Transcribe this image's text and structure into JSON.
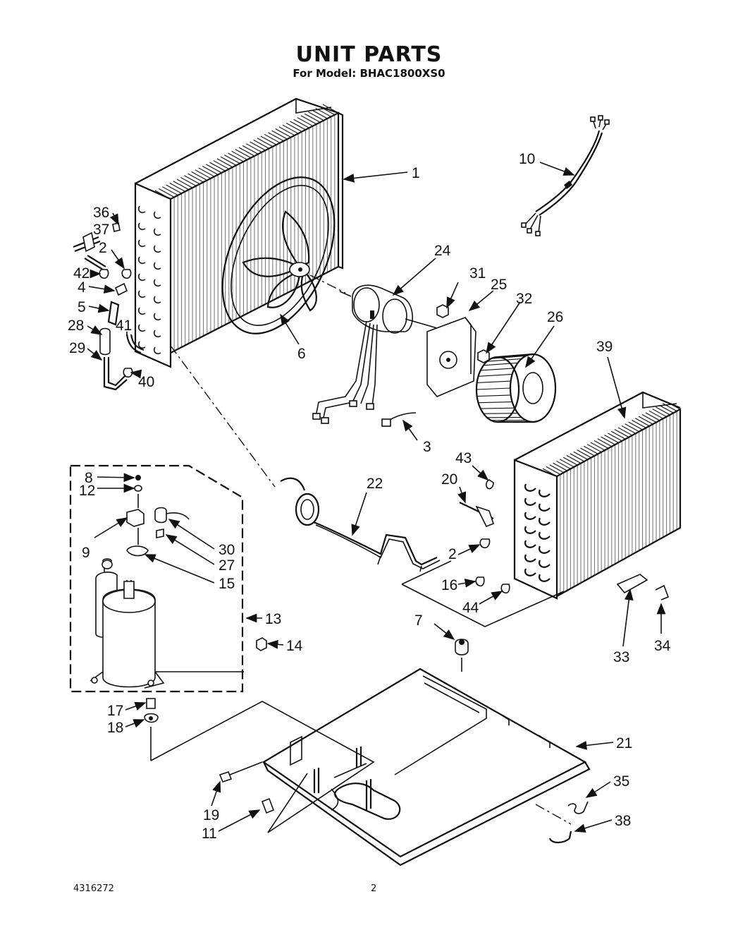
{
  "header": {
    "title": "UNIT PARTS",
    "subtitle": "For Model: BHAC1800XS0"
  },
  "footer": {
    "doc_number": "4316272",
    "page_number": "2"
  },
  "callouts": [
    "1",
    "36",
    "37",
    "2",
    "42",
    "4",
    "5",
    "28",
    "41",
    "29",
    "40",
    "6",
    "10",
    "24",
    "31",
    "25",
    "32",
    "26",
    "39",
    "3",
    "8",
    "12",
    "9",
    "30",
    "27",
    "15",
    "22",
    "43",
    "20",
    "2",
    "16",
    "44",
    "13",
    "7",
    "33",
    "34",
    "14",
    "17",
    "18",
    "21",
    "35",
    "19",
    "11",
    "38"
  ]
}
